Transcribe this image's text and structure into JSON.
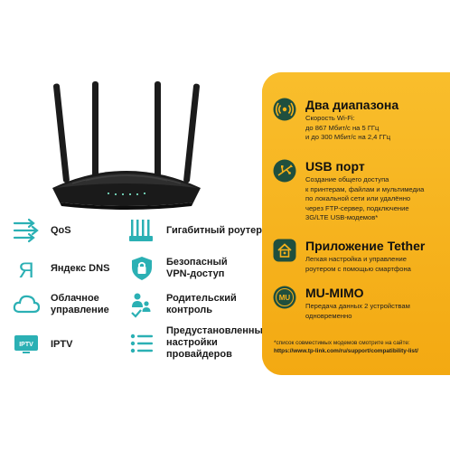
{
  "left_features": [
    {
      "icon": "qos-icon",
      "label": "QoS"
    },
    {
      "icon": "gigabit-router-icon",
      "label": "Гигабитный роутер"
    },
    {
      "icon": "yandex-dns-icon",
      "label": "Яндекс DNS"
    },
    {
      "icon": "vpn-shield-icon",
      "label": "Безопасный VPN-доступ",
      "line1": "Безопасный",
      "line2": "VPN-доступ"
    },
    {
      "icon": "cloud-icon",
      "label": "Облачное управление",
      "line1": "Облачное",
      "line2": "управление"
    },
    {
      "icon": "parental-control-icon",
      "label": "Родительский контроль",
      "line1": "Родительский",
      "line2": "контроль"
    },
    {
      "icon": "iptv-icon",
      "label": "IPTV",
      "icon_text": "IPTV"
    },
    {
      "icon": "provider-settings-icon",
      "label": "Предустановленные настройки провайдеров",
      "line1": "Предустановленные",
      "line2": "настройки",
      "line3": "провайдеров"
    }
  ],
  "panel": {
    "items": [
      {
        "icon": "dual-band-icon",
        "title": "Два диапазона",
        "desc": [
          "Скорость Wi-Fi:",
          "до 867 Мбит/с на 5 ГГц",
          "и до 300 Мбит/с на 2,4 ГГц"
        ]
      },
      {
        "icon": "usb-icon",
        "title": "USB порт",
        "desc": [
          "Создание общего доступа",
          "к принтерам, файлам и мультимедиа",
          "по локальной сети или удалённо",
          "через FTP-сервер, подключение",
          "3G/LTE USB-модемов*"
        ]
      },
      {
        "icon": "tether-app-icon",
        "title": "Приложение Tether",
        "desc": [
          "Легкая настройка и управление",
          "роутером с помощью смартфона"
        ]
      },
      {
        "icon": "mu-mimo-icon",
        "icon_text": "MU",
        "title": "MU-MIMO",
        "desc": [
          "Передача данных 2 устройствам",
          "одновременно"
        ]
      }
    ],
    "footnote": "*список совместимых модемов смотрите на сайте:",
    "footnote_url": "https://www.tp-link.com/ru/support/compatibility-list/"
  },
  "colors": {
    "accent_teal": "#2bb0b4",
    "panel_yellow": "#f7b21a",
    "router_black": "#151515"
  }
}
